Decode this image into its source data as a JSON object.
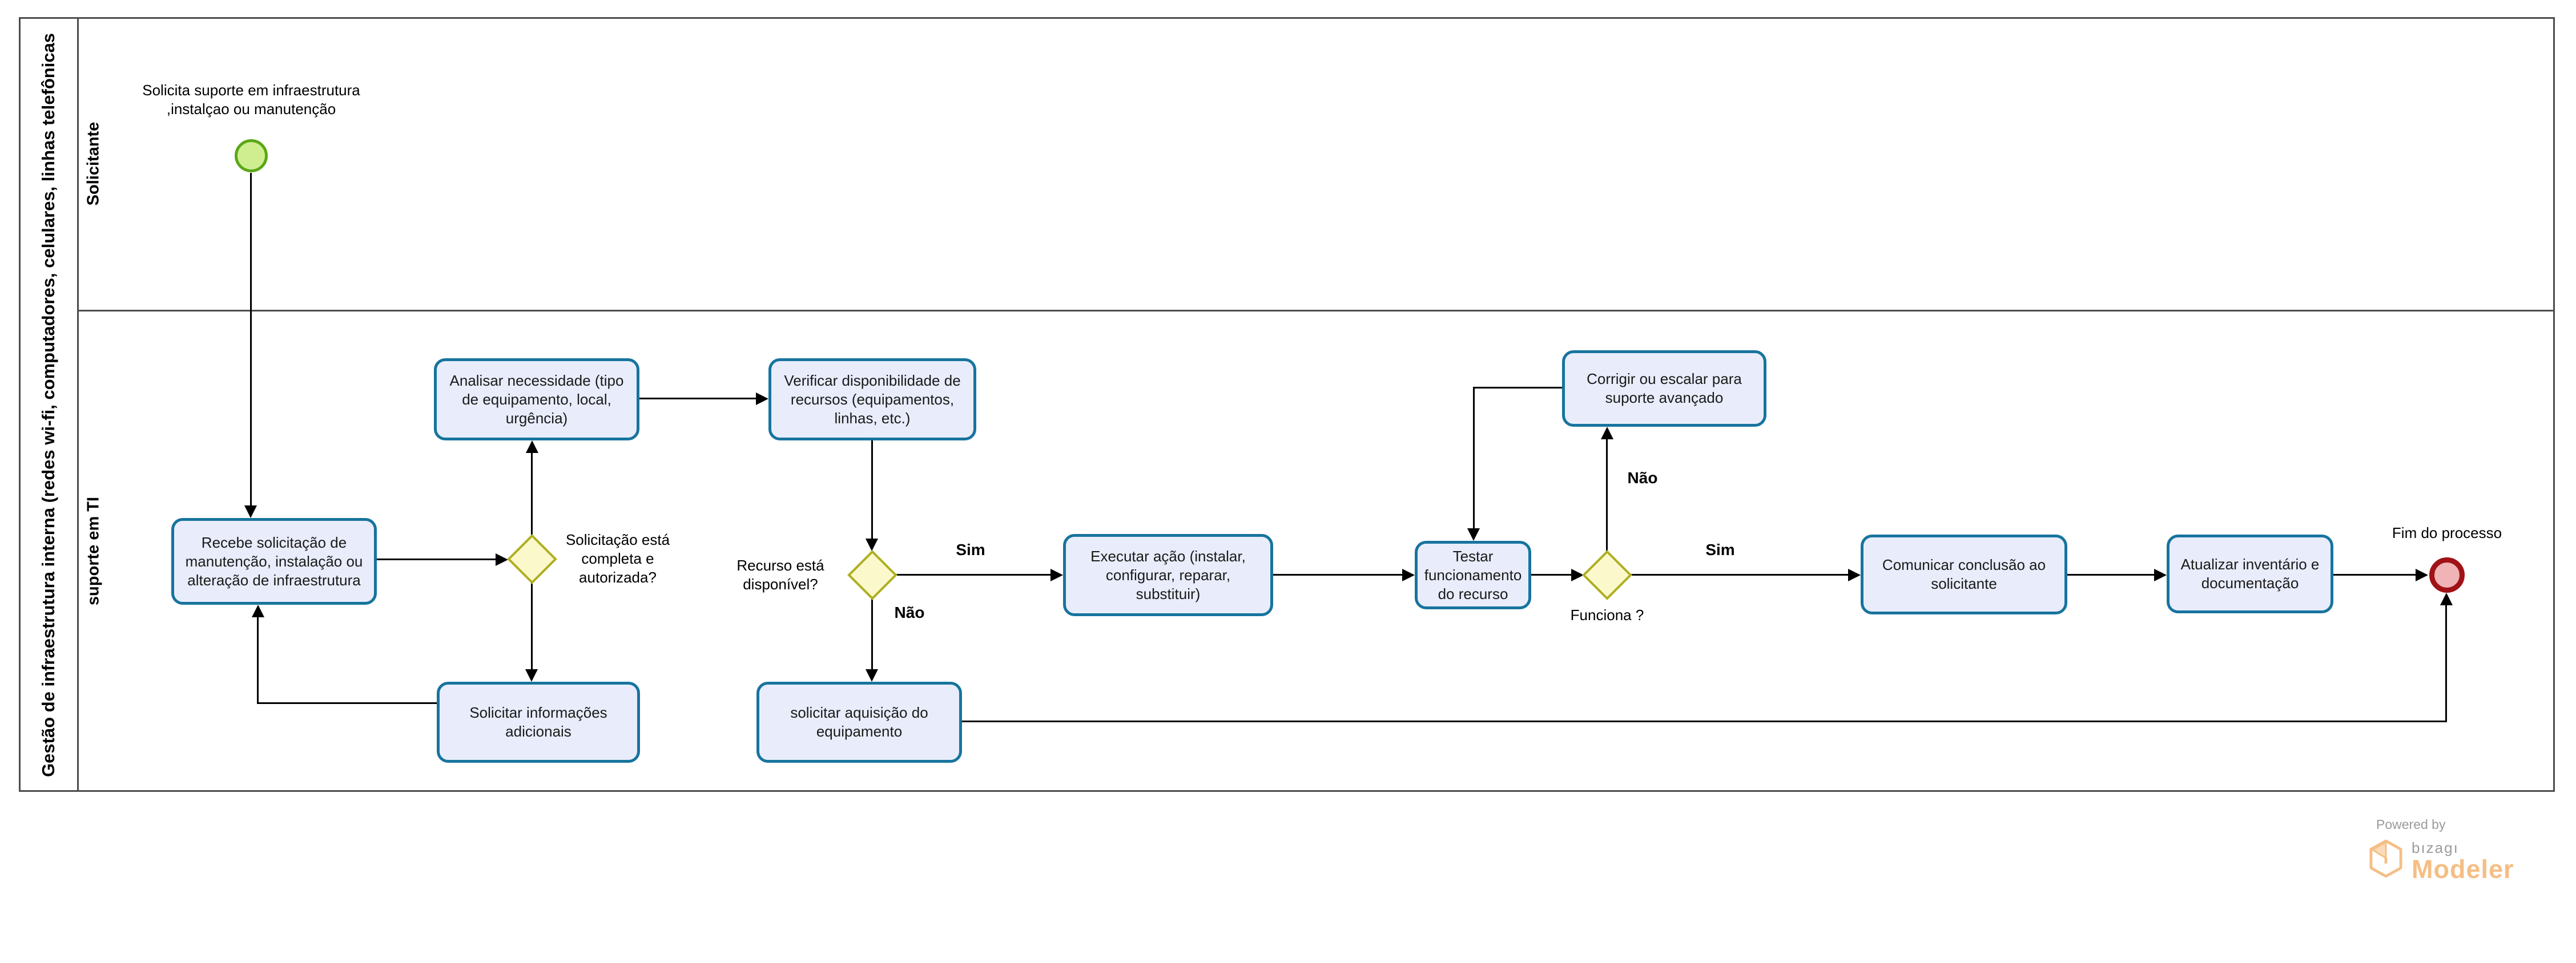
{
  "diagram": {
    "pool_label": "Gestão de infraestrutura interna (redes wi-fi, computadores, celulares, linhas telefônicas",
    "lanes": [
      {
        "label": "Solicitante"
      },
      {
        "label": "suporte em TI"
      }
    ]
  },
  "events": {
    "start": {
      "label": "Solicita suporte em infraestrutura ,instalçao ou manutenção"
    },
    "end": {
      "label": "Fim do processo"
    }
  },
  "tasks": {
    "recebe": "Recebe solicitação de manutenção, instalação ou alteração de infraestrutura",
    "analisar": "Analisar necessidade (tipo de equipamento, local, urgência)",
    "verificar": "Verificar disponibilidade de recursos (equipamentos, linhas, etc.)",
    "executar": "Executar ação (instalar, configurar, reparar, substituir)",
    "testar": "Testar funcionamento do recurso",
    "corrigir": "Corrigir ou escalar para suporte avançado",
    "comunicar": "Comunicar conclusão ao solicitante",
    "atualizar": "Atualizar inventário e documentação",
    "solicitar_info": "Solicitar informações adicionais",
    "solicitar_aquisicao": "solicitar aquisição do equipamento"
  },
  "gateways": {
    "g1": "Solicitação está completa e autorizada?",
    "g2": "Recurso está disponível?",
    "g3": "Funciona ?"
  },
  "flow_labels": {
    "sim1": "Sim",
    "nao1": "Não",
    "nao2": "Não",
    "sim2": "Sim"
  },
  "branding": {
    "powered_by": "Powered by",
    "brand": "bızagı",
    "product": "Modeler"
  },
  "colors": {
    "task_border": "#17749E",
    "task_fill": "#E9EDFB",
    "gateway_border": "#AFAF23",
    "gateway_fill": "#FBF9CC",
    "start_border": "#5AA717",
    "start_fill": "#CFEE90",
    "end_border": "#A01217",
    "end_fill": "#F0B3B6",
    "line": "#000000",
    "frame": "#4D4D4D",
    "brand_orange": "#F5BE85",
    "brand_gray": "#9B9B9B"
  }
}
